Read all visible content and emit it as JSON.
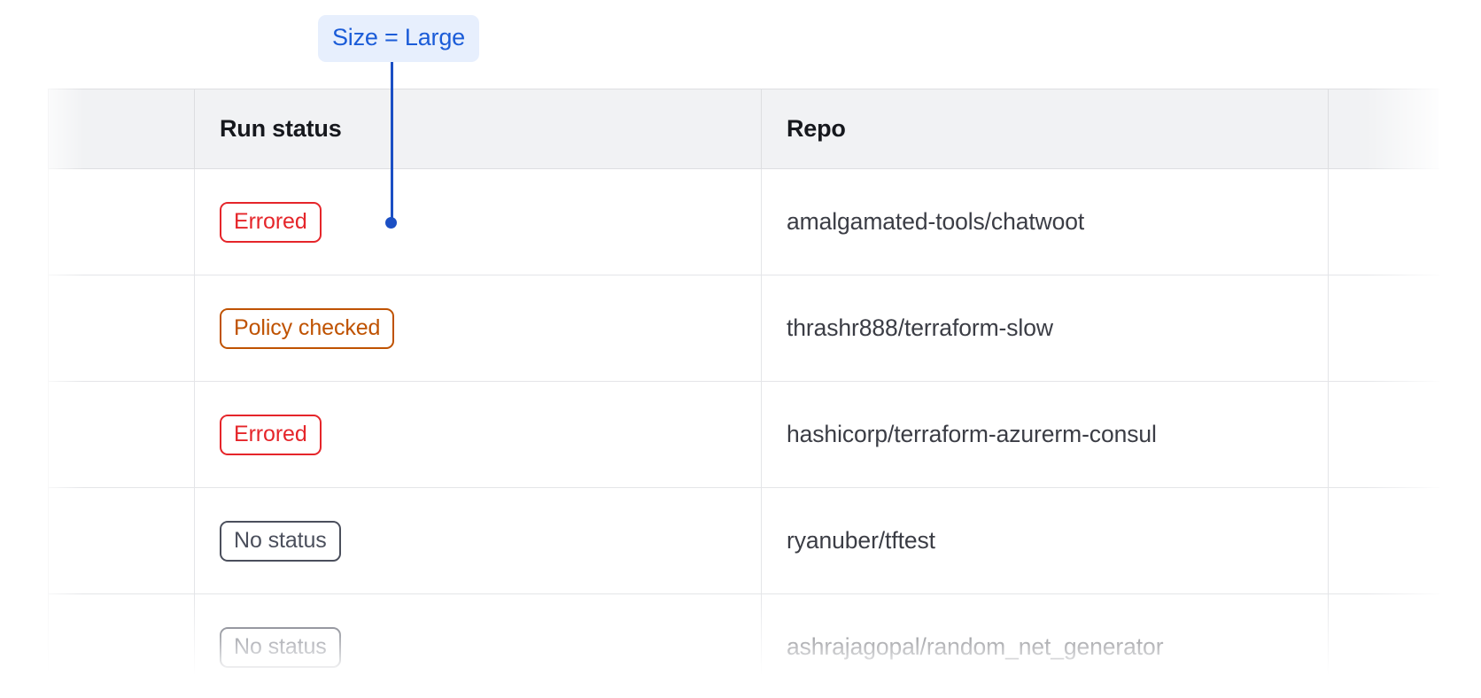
{
  "annotation": {
    "label": "Size = Large",
    "accent_color": "#1b5cd8",
    "pill_background": "#e7effd",
    "connector_color": "#1b4fc4",
    "target": "run-status-badge-row-1"
  },
  "table": {
    "columns": [
      {
        "key": "spacer",
        "label": ""
      },
      {
        "key": "run_status",
        "label": "Run status"
      },
      {
        "key": "repo",
        "label": "Repo"
      },
      {
        "key": "tail",
        "label": ""
      }
    ],
    "header_background": "#f1f2f4",
    "border_color": "#dddee1",
    "rows": [
      {
        "status": "Errored",
        "status_kind": "errored",
        "status_color": "#e5252a",
        "repo": "amalgamated-tools/chatwoot",
        "faded": false
      },
      {
        "status": "Policy checked",
        "status_kind": "policy-checked",
        "status_color": "#bf5200",
        "repo": "thrashr888/terraform-slow",
        "faded": false
      },
      {
        "status": "Errored",
        "status_kind": "errored",
        "status_color": "#e5252a",
        "repo": "hashicorp/terraform-azurerm-consul",
        "faded": false
      },
      {
        "status": "No status",
        "status_kind": "no-status",
        "status_color": "#4b4f5c",
        "repo": "ryanuber/tftest",
        "faded": false
      },
      {
        "status": "No status",
        "status_kind": "no-status",
        "status_color": "#4b4f5c",
        "repo": "ashrajagopal/random_net_generator",
        "faded": true
      }
    ]
  }
}
